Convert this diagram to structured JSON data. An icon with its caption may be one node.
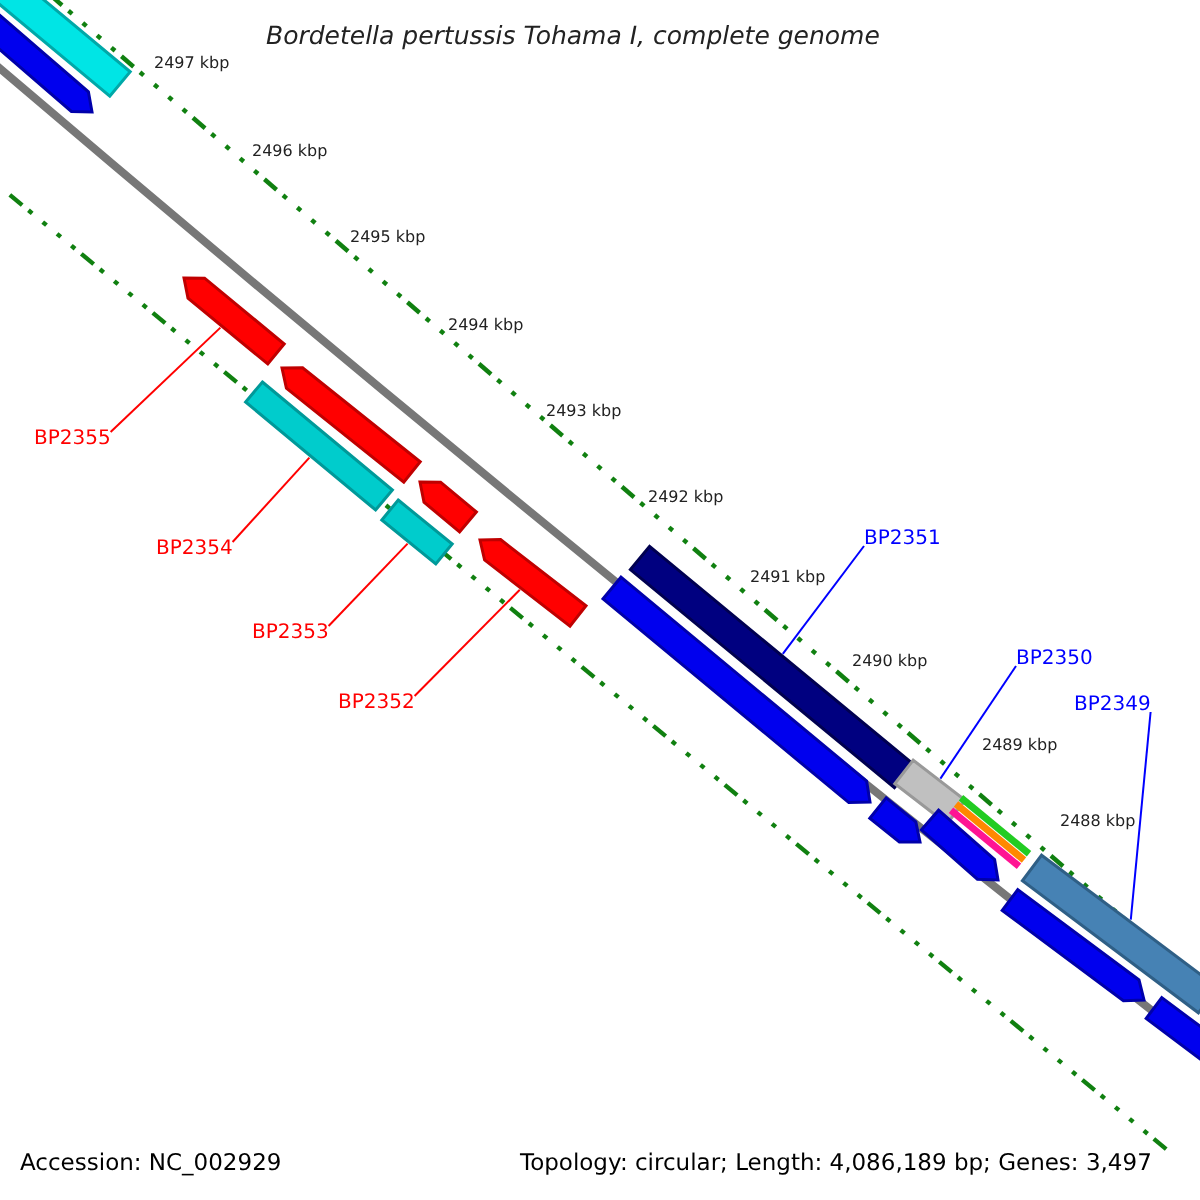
{
  "diagram": {
    "title": "Bordetella pertussis Tohama I, complete genome",
    "nodes": [
      {
        "text": [
          "BP2355"
        ]
      },
      {
        "text": [
          "BP2354"
        ]
      },
      {
        "text": [
          "BP2353"
        ]
      },
      {
        "text": [
          "BP2352"
        ]
      },
      {
        "text": [
          "BP2351"
        ]
      },
      {
        "text": [
          "BP2350"
        ]
      },
      {
        "text": [
          "BP2349"
        ]
      },
      {
        "text": [],
        "shape": "bar"
      },
      {
        "text": [],
        "shape": "bar"
      },
      {
        "text": [],
        "shape": "bar"
      },
      {
        "text": [],
        "shape": "bar"
      },
      {
        "text": [],
        "shape": "bar"
      },
      {
        "text": [],
        "shape": "bar"
      },
      {
        "text": [],
        "shape": "bar"
      },
      {
        "text": [],
        "shape": "bar"
      },
      {
        "text": [],
        "shape": "bar"
      },
      {
        "text": [],
        "shape": "bar"
      },
      {
        "text": [],
        "shape": "bar"
      },
      {
        "text": [],
        "shape": "bar"
      },
      {
        "text": [],
        "shape": "bar"
      },
      {
        "text": [],
        "shape": "bar"
      },
      {
        "text": [],
        "shape": "bar"
      },
      {
        "text": [],
        "shape": "bar"
      },
      {
        "text": [],
        "shape": "bar"
      }
    ],
    "edges": [
      {
        "from": 0,
        "to": 7,
        "arrow": "none",
        "color": "#ff0000"
      },
      {
        "from": 1,
        "to": 8,
        "arrow": "none",
        "color": "#ff0000"
      },
      {
        "from": 2,
        "to": 9,
        "arrow": "none",
        "color": "#ff0000"
      },
      {
        "from": 3,
        "to": 10,
        "arrow": "none",
        "color": "#ff0000"
      },
      {
        "from": 4,
        "to": 11,
        "arrow": "none",
        "color": "#0000ff"
      },
      {
        "from": 5,
        "to": 12,
        "arrow": "none",
        "color": "#0000ff"
      },
      {
        "from": 6,
        "to": 13,
        "arrow": "none",
        "color": "#0000ff"
      }
    ],
    "labels": [
      "2497 kbp",
      "2496 kbp",
      "2495 kbp",
      "2494 kbp",
      "2493 kbp",
      "2492 kbp",
      "2491 kbp",
      "2490 kbp",
      "2489 kbp",
      "2488 kbp",
      "Accession: NC_002929",
      "Topology: circular; Length: 4,086,189 bp; Genes: 3,497"
    ]
  }
}
